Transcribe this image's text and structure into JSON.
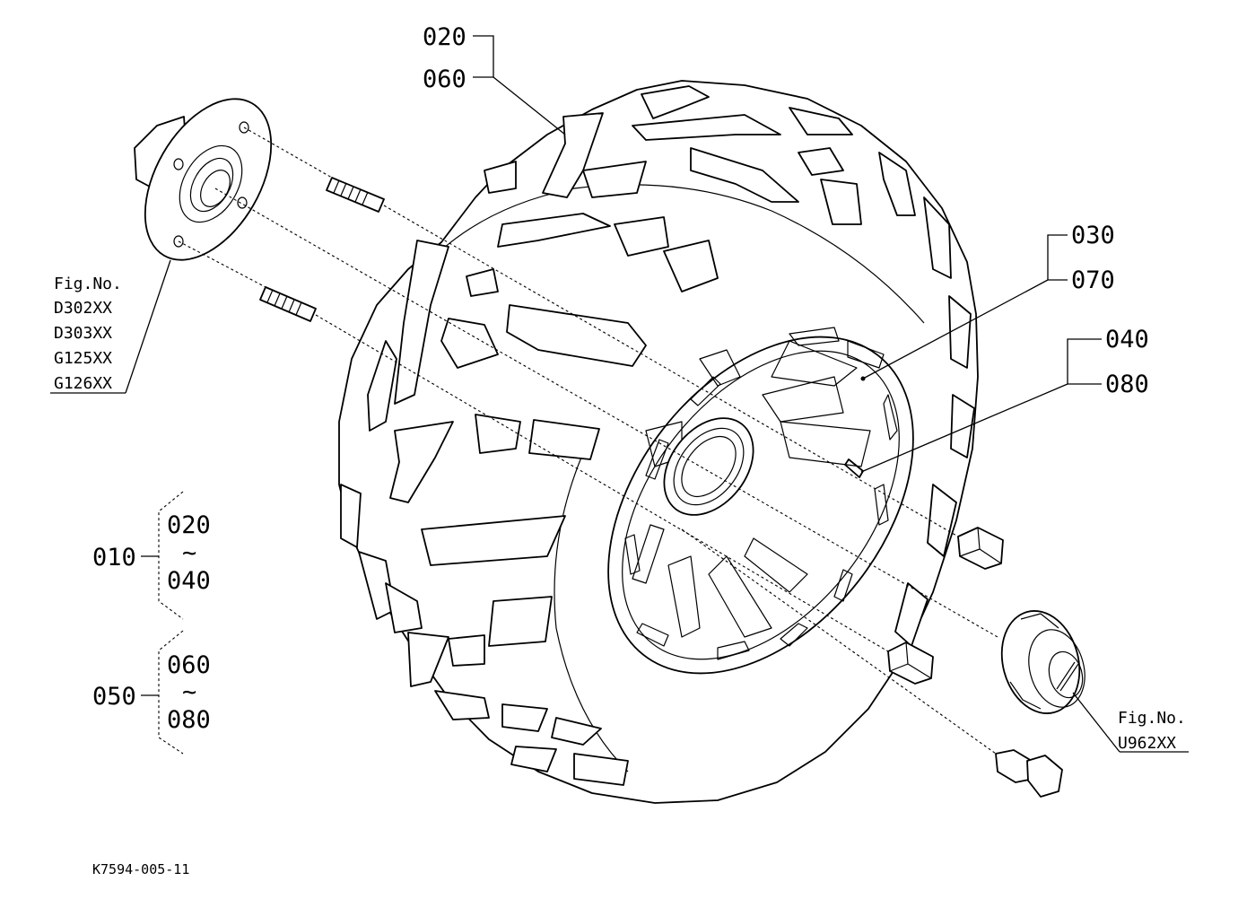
{
  "callouts": {
    "c020_top": "020",
    "c060_top": "060",
    "c030": "030",
    "c070": "070",
    "c040": "040",
    "c080": "080"
  },
  "groups": [
    {
      "id": "010",
      "from": "020",
      "tilde": "~",
      "to": "040"
    },
    {
      "id": "050",
      "from": "060",
      "tilde": "~",
      "to": "080"
    }
  ],
  "refs": {
    "hub": {
      "title": "Fig.No.",
      "items": [
        "D302XX",
        "D303XX",
        "G125XX",
        "G126XX"
      ]
    },
    "cap": {
      "title": "Fig.No.",
      "items": [
        "U962XX"
      ]
    }
  },
  "footer": {
    "drawing_code": "K7594-005-11"
  }
}
